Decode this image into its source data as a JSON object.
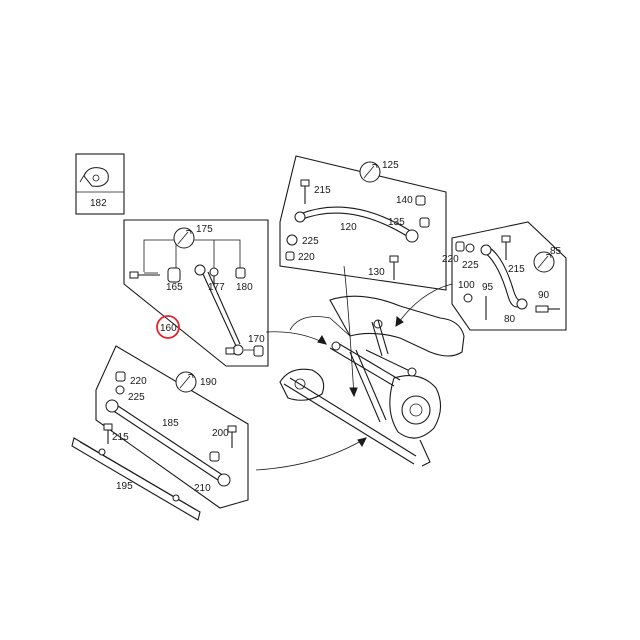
{
  "labels": {
    "p182": "182",
    "p175": "175",
    "p165": "165",
    "p177": "177",
    "p180": "180",
    "p160": "160",
    "p170": "170",
    "p125": "125",
    "p215a": "215",
    "p140": "140",
    "p120": "120",
    "p135": "135",
    "p225a": "225",
    "p220a": "220",
    "p130": "130",
    "p85": "85",
    "p220b": "220",
    "p225b": "225",
    "p215b": "215",
    "p100": "100",
    "p95": "95",
    "p90": "90",
    "p80": "80",
    "p220c": "220",
    "p190": "190",
    "p225c": "225",
    "p185": "185",
    "p215c": "215",
    "p200": "200",
    "p195": "195",
    "p210": "210"
  },
  "highlight": {
    "part": "160",
    "color": "#e8202a"
  },
  "icons": [
    "wrench-icon"
  ],
  "colors": {
    "line": "#1a1a1a",
    "background": "#ffffff"
  }
}
